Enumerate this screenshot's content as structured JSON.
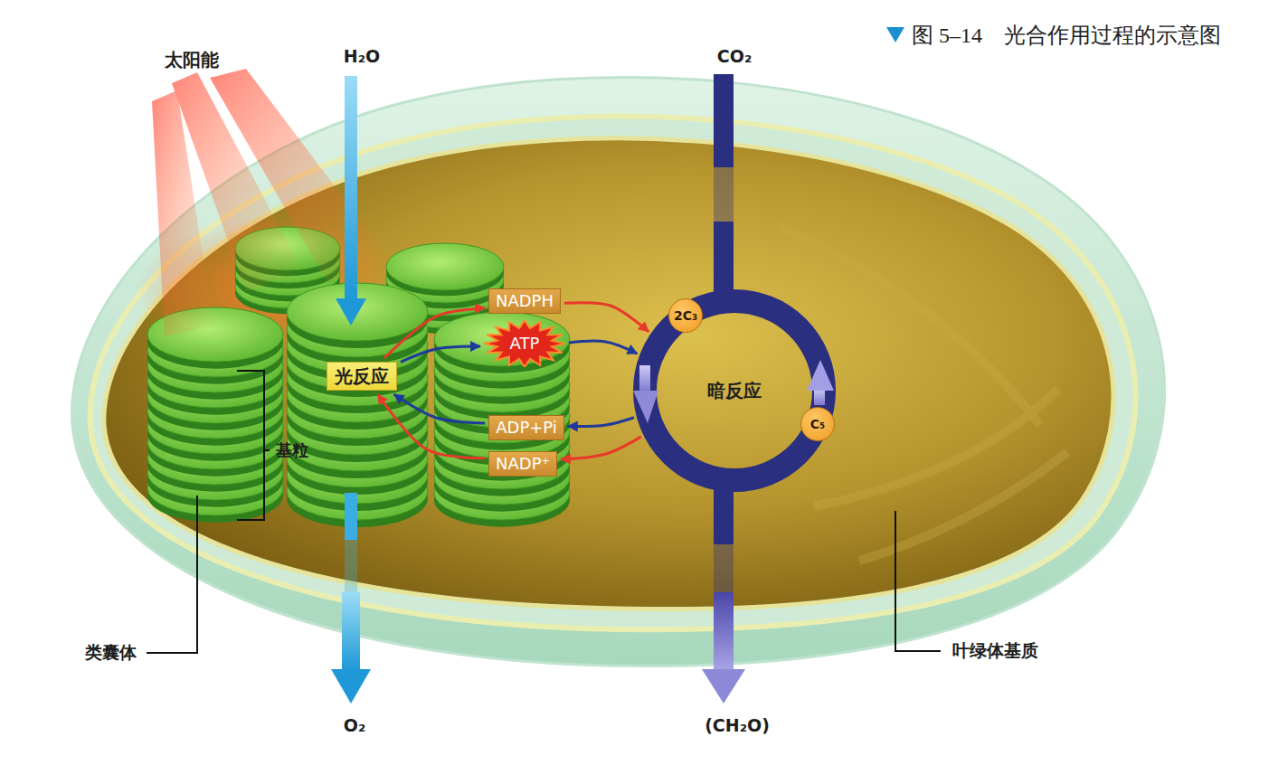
{
  "diagram": {
    "caption": "图 5–14　光合作用过程的示意图",
    "nodes": [
      {
        "text": [
          "光反应"
        ]
      },
      {
        "text": [
          "NADPH"
        ]
      },
      {
        "text": [
          "ATP"
        ]
      },
      {
        "text": [
          "ADP+Pi"
        ]
      },
      {
        "text": [
          "NADP⁺"
        ]
      },
      {
        "text": [
          "暗反应"
        ]
      },
      {
        "text": [
          "2C₃"
        ]
      },
      {
        "text": [
          "C₅"
        ]
      }
    ],
    "edges": [
      {
        "from": 0,
        "to": 1,
        "arrow": "to"
      },
      {
        "from": 0,
        "to": 2,
        "arrow": "to"
      },
      {
        "from": 1,
        "to": 5,
        "arrow": "to"
      },
      {
        "from": 2,
        "to": 5,
        "arrow": "to"
      },
      {
        "from": 5,
        "to": 3,
        "arrow": "to"
      },
      {
        "from": 5,
        "to": 4,
        "arrow": "to"
      },
      {
        "from": 3,
        "to": 0,
        "arrow": "to"
      },
      {
        "from": 4,
        "to": 0,
        "arrow": "to"
      }
    ],
    "labels": [
      "太阳能",
      "H₂O",
      "CO₂",
      "基粒",
      "类囊体",
      "叶绿体基质",
      "O₂",
      "(CH₂O)"
    ]
  }
}
